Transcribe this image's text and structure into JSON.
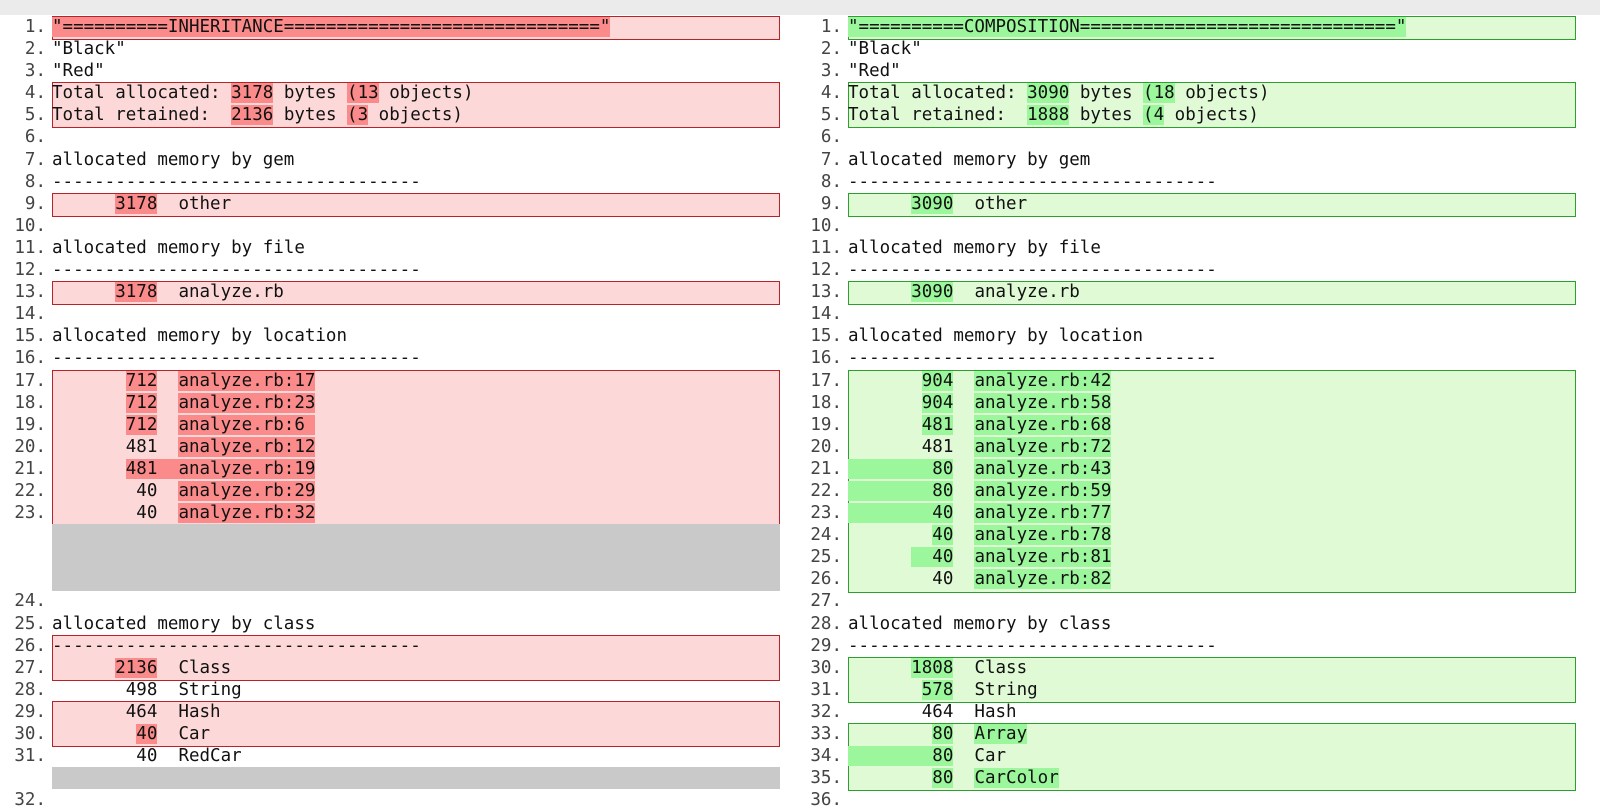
{
  "panes": {
    "left": {
      "rows": [
        {
          "n": "1.",
          "segs": [
            [
              "\"==========INHERITANCE==============================\"",
              true
            ]
          ]
        },
        {
          "n": "2.",
          "segs": [
            [
              "\"Black\"",
              false
            ]
          ]
        },
        {
          "n": "3.",
          "segs": [
            [
              "\"Red\"",
              false
            ]
          ]
        },
        {
          "n": "4.",
          "segs": [
            [
              "Total allocated: ",
              false
            ],
            [
              "3178",
              true
            ],
            [
              " bytes ",
              false
            ],
            [
              "(13",
              true
            ],
            [
              " objects)",
              false
            ]
          ]
        },
        {
          "n": "5.",
          "segs": [
            [
              "Total retained:  ",
              false
            ],
            [
              "2136",
              true
            ],
            [
              " bytes ",
              false
            ],
            [
              "(3",
              true
            ],
            [
              " objects)",
              false
            ]
          ]
        },
        {
          "n": "6.",
          "segs": [
            [
              "",
              false
            ]
          ]
        },
        {
          "n": "7.",
          "segs": [
            [
              "allocated memory by gem",
              false
            ]
          ]
        },
        {
          "n": "8.",
          "segs": [
            [
              "-----------------------------------",
              false
            ]
          ]
        },
        {
          "n": "9.",
          "segs": [
            [
              "      ",
              false
            ],
            [
              "3178",
              true
            ],
            [
              "  other",
              false
            ]
          ]
        },
        {
          "n": "10.",
          "segs": [
            [
              "",
              false
            ]
          ]
        },
        {
          "n": "11.",
          "segs": [
            [
              "allocated memory by file",
              false
            ]
          ]
        },
        {
          "n": "12.",
          "segs": [
            [
              "-----------------------------------",
              false
            ]
          ]
        },
        {
          "n": "13.",
          "segs": [
            [
              "      ",
              false
            ],
            [
              "3178",
              true
            ],
            [
              "  analyze.rb",
              false
            ]
          ]
        },
        {
          "n": "14.",
          "segs": [
            [
              "",
              false
            ]
          ]
        },
        {
          "n": "15.",
          "segs": [
            [
              "allocated memory by location",
              false
            ]
          ]
        },
        {
          "n": "16.",
          "segs": [
            [
              "-----------------------------------",
              false
            ]
          ]
        },
        {
          "n": "17.",
          "segs": [
            [
              "       ",
              false
            ],
            [
              "712",
              true
            ],
            [
              "  ",
              false
            ],
            [
              "analyze.rb:17",
              true
            ]
          ]
        },
        {
          "n": "18.",
          "segs": [
            [
              "       ",
              false
            ],
            [
              "712",
              true
            ],
            [
              "  ",
              false
            ],
            [
              "analyze.rb:23",
              true
            ]
          ]
        },
        {
          "n": "19.",
          "segs": [
            [
              "       ",
              false
            ],
            [
              "712",
              true
            ],
            [
              "  ",
              false
            ],
            [
              "analyze.rb:6 ",
              true
            ]
          ]
        },
        {
          "n": "20.",
          "segs": [
            [
              "       481  ",
              false
            ],
            [
              "analyze.rb:12",
              true
            ]
          ]
        },
        {
          "n": "21.",
          "segs": [
            [
              "       ",
              false
            ],
            [
              "481  ",
              true
            ],
            [
              "analyze.rb:19",
              true
            ]
          ]
        },
        {
          "n": "22.",
          "segs": [
            [
              "        40  ",
              false
            ],
            [
              "analyze.rb:29",
              true
            ]
          ]
        },
        {
          "n": "23.",
          "segs": [
            [
              "        40  ",
              false
            ],
            [
              "analyze.rb:32",
              true
            ]
          ]
        },
        {
          "n": "",
          "segs": [
            [
              "",
              false
            ]
          ]
        },
        {
          "n": "",
          "segs": [
            [
              "",
              false
            ]
          ]
        },
        {
          "n": "",
          "segs": [
            [
              "",
              false
            ]
          ]
        },
        {
          "n": "24.",
          "segs": [
            [
              "",
              false
            ]
          ]
        },
        {
          "n": "25.",
          "segs": [
            [
              "allocated memory by class",
              false
            ]
          ]
        },
        {
          "n": "26.",
          "segs": [
            [
              "-----------------------------------",
              false
            ]
          ]
        },
        {
          "n": "27.",
          "segs": [
            [
              "      ",
              false
            ],
            [
              "2136",
              true
            ],
            [
              "  Class",
              false
            ]
          ]
        },
        {
          "n": "28.",
          "segs": [
            [
              "       ",
              false
            ],
            [
              "498",
              true
            ],
            [
              "  String",
              false
            ]
          ]
        },
        {
          "n": "29.",
          "segs": [
            [
              "       464  Hash",
              false
            ]
          ]
        },
        {
          "n": "30.",
          "segs": [
            [
              "        ",
              false
            ],
            [
              "40",
              true
            ],
            [
              "  Car",
              false
            ]
          ]
        },
        {
          "n": "31.",
          "segs": [
            [
              "        ",
              false
            ],
            [
              "40",
              true
            ],
            [
              "  ",
              false
            ],
            [
              "RedCar",
              true
            ]
          ]
        },
        {
          "n": "",
          "segs": [
            [
              "",
              false
            ]
          ]
        },
        {
          "n": "32.",
          "segs": [
            [
              "",
              false
            ]
          ]
        }
      ],
      "boxes": [
        [
          0,
          0
        ],
        [
          3,
          4
        ],
        [
          8,
          8
        ],
        [
          12,
          12
        ],
        [
          16,
          22
        ],
        [
          28,
          29
        ],
        [
          31,
          32
        ]
      ],
      "fillers": [
        [
          23,
          25
        ],
        [
          34,
          34
        ]
      ]
    },
    "right": {
      "rows": [
        {
          "n": "1.",
          "segs": [
            [
              "\"==========COMPOSITION==============================\"",
              true
            ]
          ]
        },
        {
          "n": "2.",
          "segs": [
            [
              "\"Black\"",
              false
            ]
          ]
        },
        {
          "n": "3.",
          "segs": [
            [
              "\"Red\"",
              false
            ]
          ]
        },
        {
          "n": "4.",
          "segs": [
            [
              "Total allocated: ",
              false
            ],
            [
              "3090",
              true
            ],
            [
              " bytes ",
              false
            ],
            [
              "(18",
              true
            ],
            [
              " objects)",
              false
            ]
          ]
        },
        {
          "n": "5.",
          "segs": [
            [
              "Total retained:  ",
              false
            ],
            [
              "1888",
              true
            ],
            [
              " bytes ",
              false
            ],
            [
              "(4",
              true
            ],
            [
              " objects)",
              false
            ]
          ]
        },
        {
          "n": "6.",
          "segs": [
            [
              "",
              false
            ]
          ]
        },
        {
          "n": "7.",
          "segs": [
            [
              "allocated memory by gem",
              false
            ]
          ]
        },
        {
          "n": "8.",
          "segs": [
            [
              "-----------------------------------",
              false
            ]
          ]
        },
        {
          "n": "9.",
          "segs": [
            [
              "      ",
              false
            ],
            [
              "3090",
              true
            ],
            [
              "  other",
              false
            ]
          ]
        },
        {
          "n": "10.",
          "segs": [
            [
              "",
              false
            ]
          ]
        },
        {
          "n": "11.",
          "segs": [
            [
              "allocated memory by file",
              false
            ]
          ]
        },
        {
          "n": "12.",
          "segs": [
            [
              "-----------------------------------",
              false
            ]
          ]
        },
        {
          "n": "13.",
          "segs": [
            [
              "      ",
              false
            ],
            [
              "3090",
              true
            ],
            [
              "  analyze.rb",
              false
            ]
          ]
        },
        {
          "n": "14.",
          "segs": [
            [
              "",
              false
            ]
          ]
        },
        {
          "n": "15.",
          "segs": [
            [
              "allocated memory by location",
              false
            ]
          ]
        },
        {
          "n": "16.",
          "segs": [
            [
              "-----------------------------------",
              false
            ]
          ]
        },
        {
          "n": "17.",
          "segs": [
            [
              "       ",
              false
            ],
            [
              "904",
              true
            ],
            [
              "  ",
              false
            ],
            [
              "analyze.rb:42",
              true
            ]
          ]
        },
        {
          "n": "18.",
          "segs": [
            [
              "       ",
              false
            ],
            [
              "904",
              true
            ],
            [
              "  ",
              false
            ],
            [
              "analyze.rb:58",
              true
            ]
          ]
        },
        {
          "n": "19.",
          "segs": [
            [
              "       ",
              false
            ],
            [
              "481",
              true
            ],
            [
              "  ",
              false
            ],
            [
              "analyze.rb:68",
              true
            ]
          ]
        },
        {
          "n": "20.",
          "segs": [
            [
              "       481  ",
              false
            ],
            [
              "analyze.rb:72",
              true
            ]
          ]
        },
        {
          "n": "21.",
          "segs": [
            [
              "        80",
              true
            ],
            [
              "  ",
              false
            ],
            [
              "analyze.rb:43",
              true
            ]
          ]
        },
        {
          "n": "22.",
          "segs": [
            [
              "        80",
              true
            ],
            [
              "  ",
              false
            ],
            [
              "analyze.rb:59",
              true
            ]
          ]
        },
        {
          "n": "23.",
          "segs": [
            [
              "        40",
              true
            ],
            [
              "  ",
              false
            ],
            [
              "analyze.rb:77",
              true
            ]
          ]
        },
        {
          "n": "24.",
          "segs": [
            [
              "        ",
              false
            ],
            [
              "40",
              true
            ],
            [
              "  ",
              false
            ],
            [
              "analyze.rb:78",
              true
            ]
          ]
        },
        {
          "n": "25.",
          "segs": [
            [
              "      ",
              false
            ],
            [
              "  40",
              true
            ],
            [
              "  ",
              false
            ],
            [
              "analyze.rb:81",
              true
            ]
          ]
        },
        {
          "n": "26.",
          "segs": [
            [
              "        40  ",
              false
            ],
            [
              "analyze.rb:82",
              true
            ]
          ]
        },
        {
          "n": "27.",
          "segs": [
            [
              "",
              false
            ]
          ]
        },
        {
          "n": "28.",
          "segs": [
            [
              "allocated memory by class",
              false
            ]
          ]
        },
        {
          "n": "29.",
          "segs": [
            [
              "-----------------------------------",
              false
            ]
          ]
        },
        {
          "n": "30.",
          "segs": [
            [
              "      ",
              false
            ],
            [
              "1808",
              true
            ],
            [
              "  Class",
              false
            ]
          ]
        },
        {
          "n": "31.",
          "segs": [
            [
              "       ",
              false
            ],
            [
              "578",
              true
            ],
            [
              "  String",
              false
            ]
          ]
        },
        {
          "n": "32.",
          "segs": [
            [
              "       464  Hash",
              false
            ]
          ]
        },
        {
          "n": "33.",
          "segs": [
            [
              "        ",
              false
            ],
            [
              "80",
              true
            ],
            [
              "  ",
              false
            ],
            [
              "Array",
              true
            ]
          ]
        },
        {
          "n": "34.",
          "segs": [
            [
              "        80",
              true
            ],
            [
              "  Car",
              false
            ]
          ]
        },
        {
          "n": "35.",
          "segs": [
            [
              "        ",
              false
            ],
            [
              "80",
              true
            ],
            [
              "  ",
              false
            ],
            [
              "CarColor",
              true
            ]
          ]
        },
        {
          "n": "36.",
          "segs": [
            [
              "",
              false
            ]
          ]
        }
      ],
      "boxes": [
        [
          0,
          0
        ],
        [
          3,
          4
        ],
        [
          8,
          8
        ],
        [
          12,
          12
        ],
        [
          16,
          25
        ],
        [
          29,
          30
        ],
        [
          32,
          34
        ]
      ],
      "fillers": []
    }
  },
  "colors": {
    "removed_line_bg": "#fdd8d8",
    "removed_border": "#b8232a",
    "removed_highlight": "#fb8b8b",
    "added_line_bg": "#e0fad6",
    "added_border": "#2ca02c",
    "added_highlight": "#9cf79c",
    "filler": "#c9c9c9"
  }
}
